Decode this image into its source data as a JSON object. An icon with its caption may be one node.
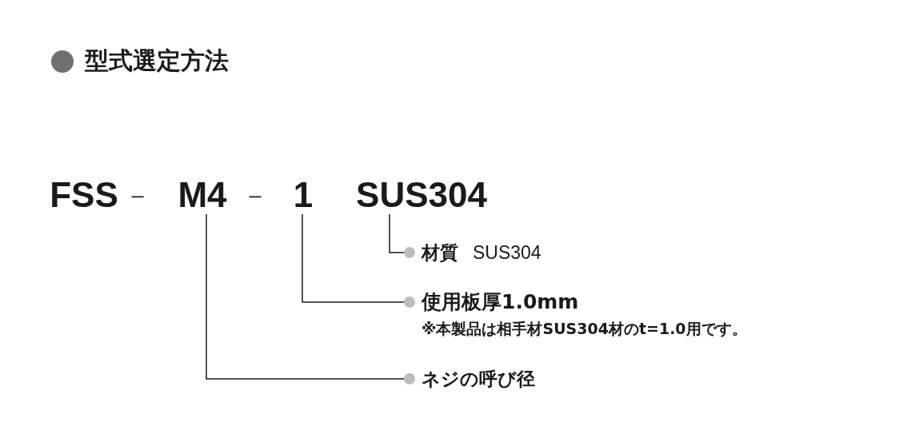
{
  "diagram": {
    "title": "型式選定方法",
    "nodes": [
      {
        "text": [
          "FSS"
        ]
      },
      {
        "text": [
          "M4"
        ]
      },
      {
        "text": [
          "1"
        ]
      },
      {
        "text": [
          "SUS304"
        ]
      },
      {
        "text": [
          "材質",
          "SUS304"
        ]
      },
      {
        "text": [
          "使用板厚1.0mm",
          "※本製品は相手材SUS304材のt=1.0用です。"
        ]
      },
      {
        "text": [
          "ネジの呼び径"
        ]
      }
    ],
    "edges": [
      {
        "from": 3,
        "to": 4,
        "arrow": "other"
      },
      {
        "from": 2,
        "to": 5,
        "arrow": "other"
      },
      {
        "from": 1,
        "to": 6,
        "arrow": "other"
      }
    ],
    "labels": [
      "－",
      "－"
    ]
  }
}
